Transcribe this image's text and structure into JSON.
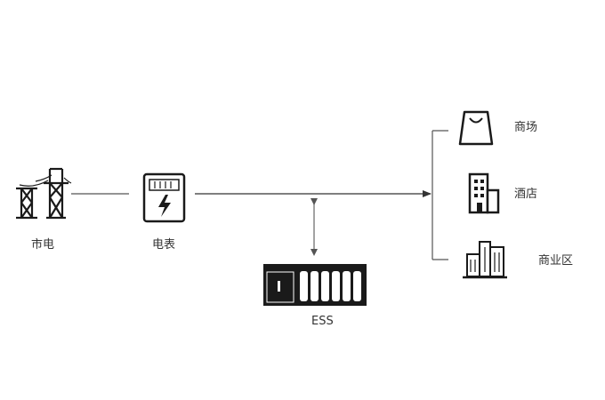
{
  "nodes": {
    "grid": {
      "label": "市电",
      "icon": "power-tower-icon"
    },
    "meter": {
      "label": "电表",
      "icon": "electric-meter-icon"
    },
    "ess": {
      "label": "ESS",
      "icon": "battery-container-icon"
    }
  },
  "loads": [
    {
      "label": "商场",
      "icon": "shopping-bag-icon"
    },
    {
      "label": "酒店",
      "icon": "hotel-building-icon"
    },
    {
      "label": "商业区",
      "icon": "commercial-district-icon"
    }
  ],
  "colors": {
    "line": "#333333",
    "icon": "#1a1a1a",
    "ess_arrow": "#666666"
  }
}
